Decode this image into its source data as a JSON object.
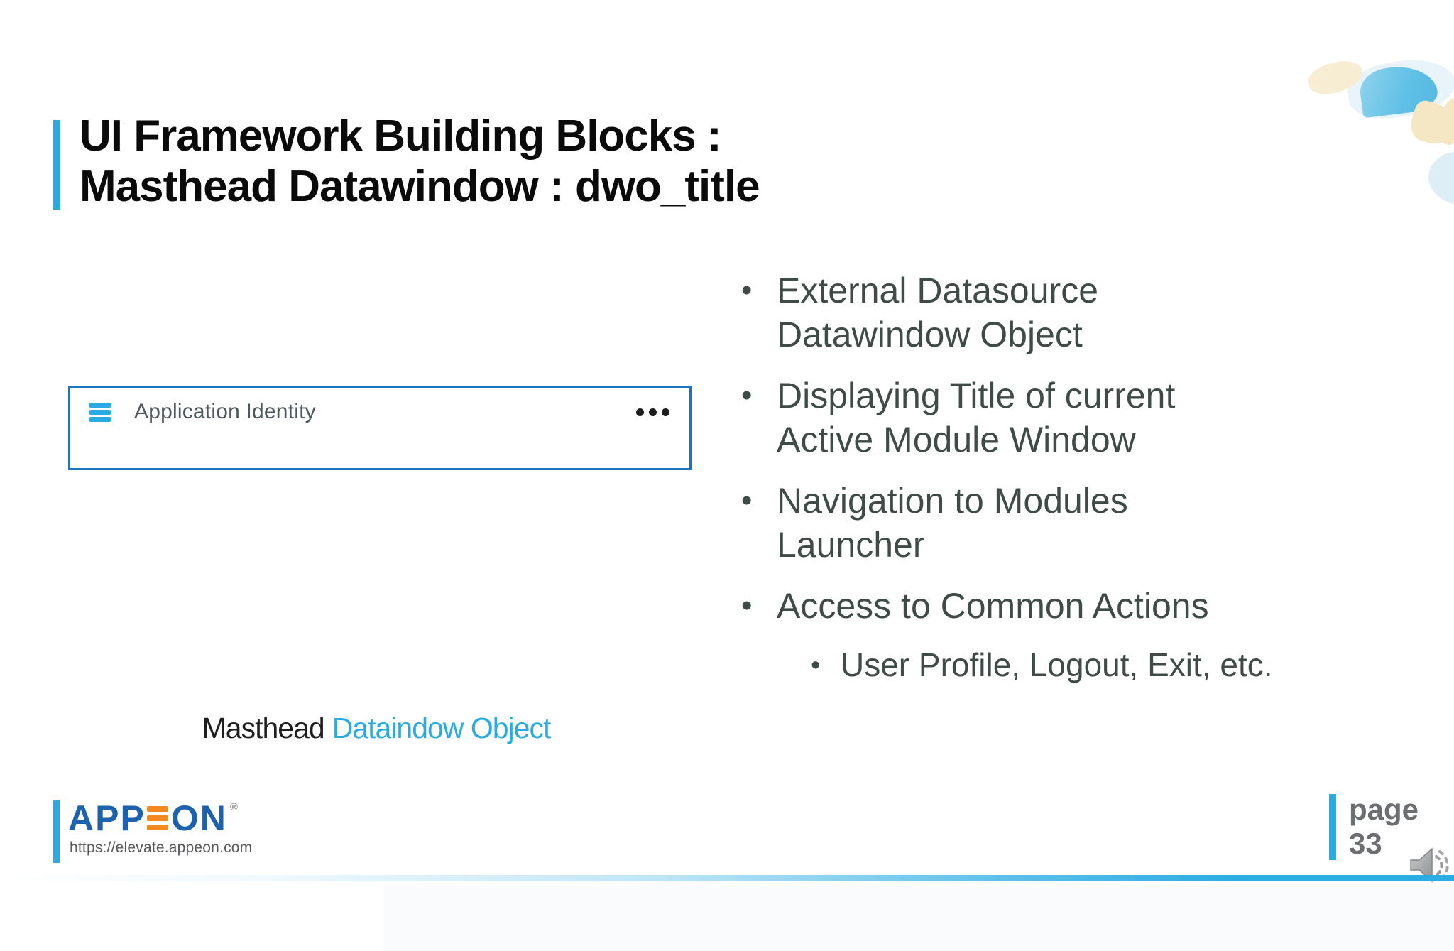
{
  "slide": {
    "title": {
      "line1": "UI Framework Building Blocks :",
      "line2": "Masthead Datawindow : dwo_title"
    },
    "masthead_box": {
      "label": "Application Identity",
      "menu_icon": "hamburger-icon",
      "more_icon": "ellipsis-icon"
    },
    "bullets": [
      {
        "level": 1,
        "text": "External Datasource Datawindow Object"
      },
      {
        "level": 1,
        "text": "Displaying Title of current Active Module Window"
      },
      {
        "level": 1,
        "text": "Navigation to Modules Launcher"
      },
      {
        "level": 1,
        "text": "Access to Common Actions"
      },
      {
        "level": 2,
        "text": "User Profile, Logout, Exit, etc."
      }
    ],
    "caption": {
      "prefix": "Masthead",
      "highlight": "Dataindow Object"
    },
    "footer": {
      "logo": {
        "part1": "APP",
        "part2": "ON",
        "registered": "®",
        "url": "https://elevate.appeon.com"
      },
      "page_label": "page",
      "page_number": "33",
      "audio_icon": "speaker-icon"
    },
    "colors": {
      "accent_blue": "#29abe2",
      "box_border_blue": "#1b75bc",
      "bullet_text": "#3f4b46",
      "appeon_blue": "#1d62ae",
      "appeon_orange": "#f5891f",
      "page_gray": "#6d6e71"
    }
  }
}
